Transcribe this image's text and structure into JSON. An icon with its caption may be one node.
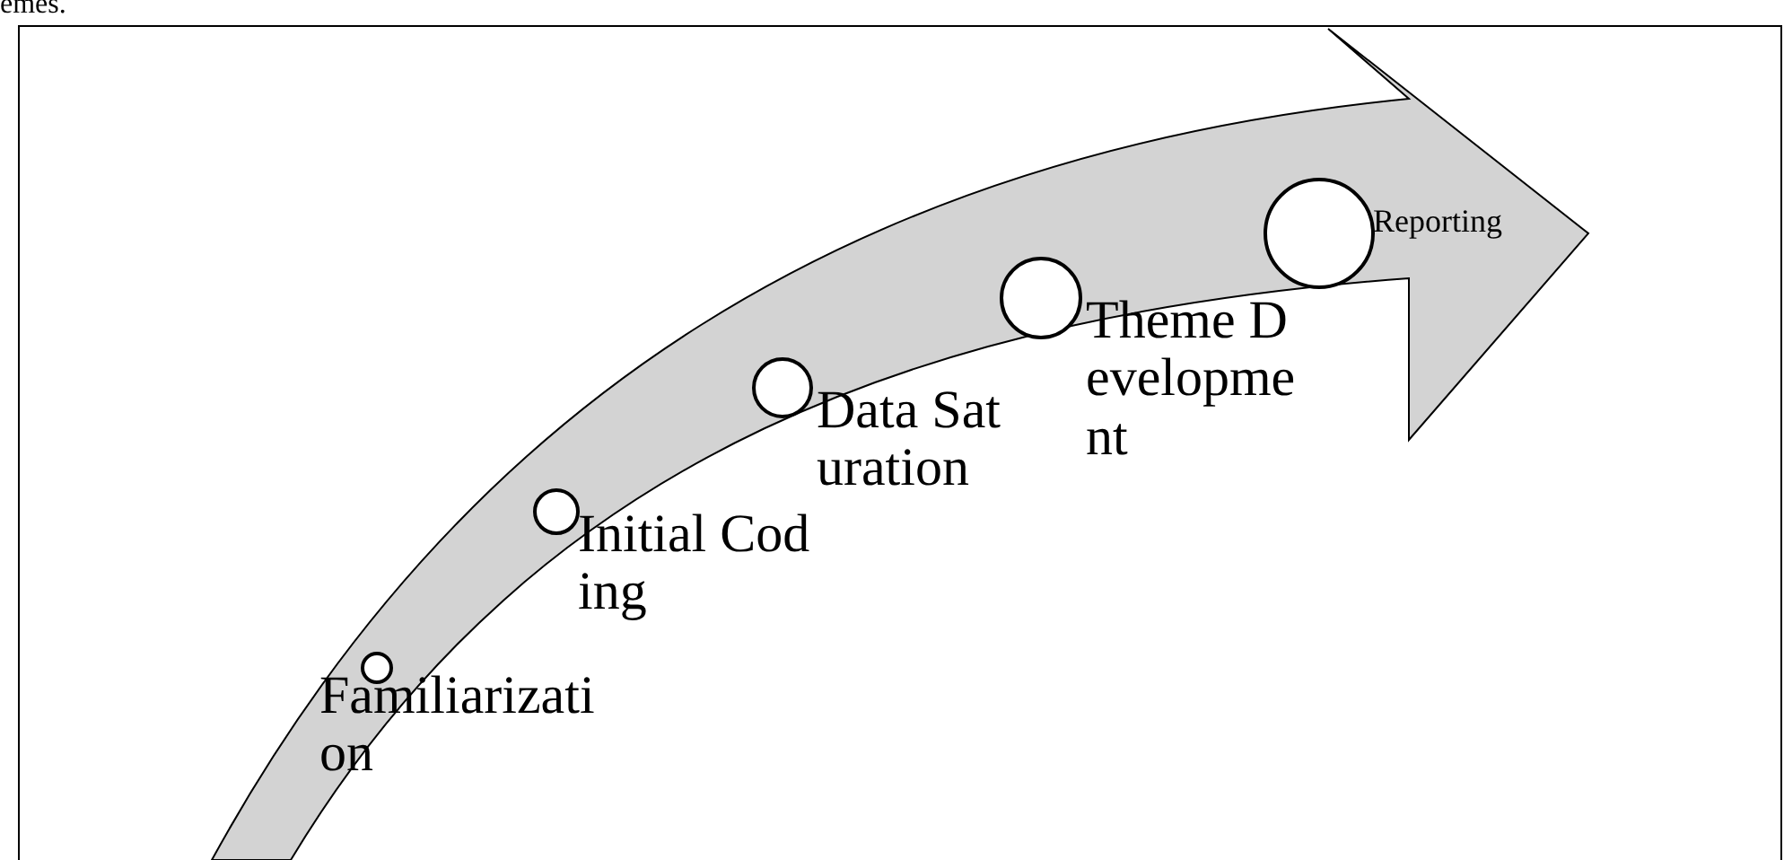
{
  "diagram": {
    "nodes": [
      {
        "text": [],
        "shape": "circle",
        "beside": [
          "Familiarization"
        ]
      },
      {
        "text": [],
        "shape": "circle",
        "beside": [
          "Initial Coding"
        ]
      },
      {
        "text": [],
        "shape": "circle",
        "beside": [
          "Data Saturation"
        ]
      },
      {
        "text": [],
        "shape": "circle",
        "beside": [
          "Theme Development"
        ]
      },
      {
        "text": [],
        "shape": "circle",
        "beside": [
          "Reporting"
        ]
      }
    ],
    "labels": [
      "emes."
    ]
  }
}
